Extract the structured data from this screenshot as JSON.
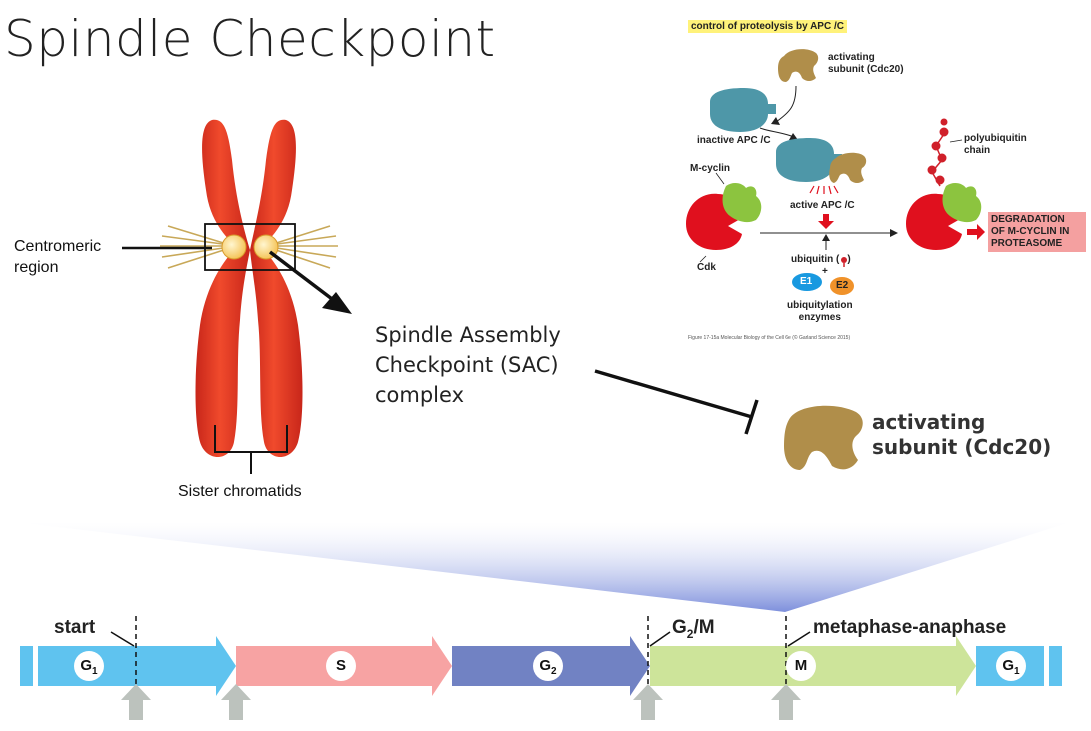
{
  "title": "Spindle Checkpoint",
  "chromosome": {
    "centromere_label_line1": "Centromeric",
    "centromere_label_line2": "region",
    "sister_label": "Sister chromatids"
  },
  "sac": {
    "line1": "Spindle Assembly",
    "line2": "Checkpoint (SAC)",
    "line3": "complex"
  },
  "cdc20_big": {
    "line1": "activating",
    "line2": "subunit (Cdc20)",
    "color": "#b08e4a"
  },
  "apc_figure": {
    "title": "control of proteolysis by APC /C",
    "activating_line1": "activating",
    "activating_line2": "subunit (Cdc20)",
    "inactive": "inactive APC /C",
    "active": "active APC /C",
    "mcyclin": "M-cyclin",
    "cdk": "Cdk",
    "polyub_line1": "polyubiquitin",
    "polyub_line2": "chain",
    "ubiquitin": "ubiquitin (",
    "ubiquitin_end": ")",
    "e1": "E1",
    "e2": "E2",
    "plus": "+",
    "enzymes_line1": "ubiquitylation",
    "enzymes_line2": "enzymes",
    "degradation_line1": "DEGRADATION",
    "degradation_line2": "OF M-CYCLIN IN",
    "degradation_line3": "PROTEASOME",
    "caption": "Figure 17-15a  Molecular Biology of the Cell 6e (© Garland Science 2015)",
    "colors": {
      "apc": "#4e97a8",
      "cdk": "#e0101e",
      "cyclin": "#8cc43f",
      "ubiquitin": "#d0202a"
    }
  },
  "cell_cycle": {
    "phases": [
      {
        "name": "G",
        "sub": "1",
        "color": "#5fc3ef"
      },
      {
        "name": "S",
        "sub": "",
        "color": "#f7a3a3"
      },
      {
        "name": "G",
        "sub": "2",
        "color": "#7182c3"
      },
      {
        "name": "M",
        "sub": "",
        "color": "#cde49a"
      },
      {
        "name": "G",
        "sub": "1",
        "color": "#5fc3ef"
      }
    ],
    "checkpoints": {
      "start": "start",
      "g2m_main": "G",
      "g2m_sub": "2",
      "g2m_end": "/M",
      "meta": "metaphase-anaphase"
    }
  }
}
